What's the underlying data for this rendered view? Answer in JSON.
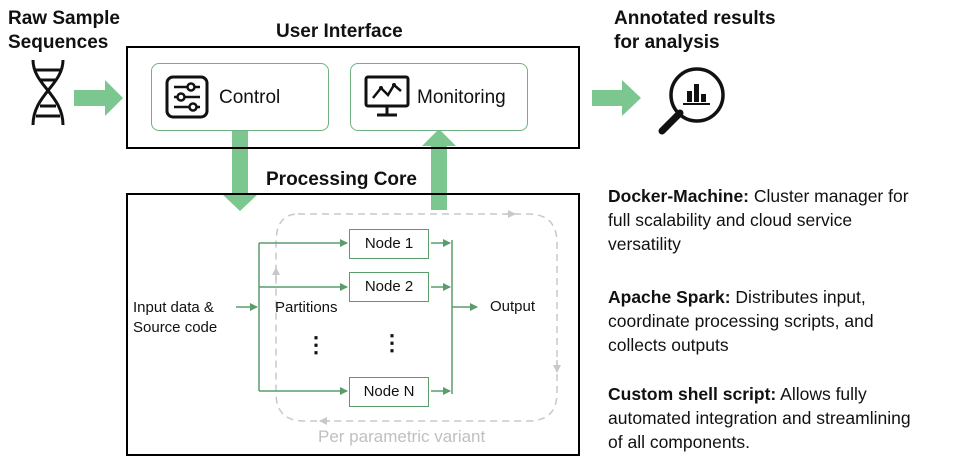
{
  "input": {
    "title_line1": "Raw Sample",
    "title_line2": "Sequences"
  },
  "ui": {
    "title": "User Interface",
    "control": "Control",
    "monitoring": "Monitoring"
  },
  "output": {
    "title_line1": "Annotated results",
    "title_line2": "for analysis"
  },
  "core": {
    "title": "Processing Core",
    "input_line1": "Input data &",
    "input_line2": "Source code",
    "partitions": "Partitions",
    "nodes": [
      "Node 1",
      "Node 2",
      "Node N"
    ],
    "ellipsis": "⋮",
    "output": "Output",
    "loop_label": "Per parametric variant"
  },
  "descriptions": [
    {
      "name": "Docker-Machine:",
      "lines": [
        "Cluster manager for",
        "full scalability and cloud service",
        "versatility"
      ]
    },
    {
      "name": "Apache Spark:",
      "lines": [
        "Distributes input,",
        "coordinate processing scripts, and",
        "collects outputs"
      ]
    },
    {
      "name": "Custom shell script:",
      "lines": [
        "Allows fully",
        "automated integration and streamlining",
        "of all components."
      ]
    }
  ],
  "colors": {
    "green_arrow": "#7cc68f",
    "green_line": "#5a9d6b",
    "loop_gray": "#c8c8c8"
  },
  "icons": [
    "dna-icon",
    "sliders-icon",
    "monitor-chart-icon",
    "magnifier-chart-icon"
  ]
}
